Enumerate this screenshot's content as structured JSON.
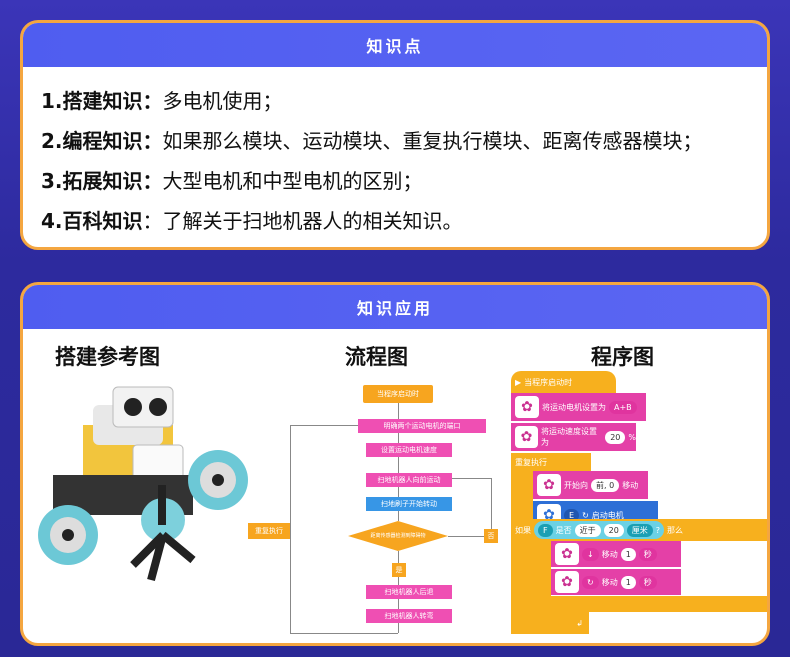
{
  "card1": {
    "title": "知识点",
    "items": [
      {
        "label": "1.搭建知识：",
        "text": "多电机使用；"
      },
      {
        "label": "2.编程知识：",
        "text": "如果那么模块、运动模块、重复执行模块、距离传感器模块；"
      },
      {
        "label": "3.拓展知识：",
        "text": "大型电机和中型电机的区别；"
      },
      {
        "label": "4.百科知识",
        "text": "：了解关于扫地机器人的相关知识。"
      }
    ]
  },
  "card2": {
    "title": "知识应用",
    "col1_title": "搭建参考图",
    "col2_title": "流程图",
    "col3_title": "程序图"
  },
  "flow": {
    "start": "当程序启动时",
    "steps": [
      "明确两个运动电机的端口",
      "设置运动电机速度",
      "扫地机器人向前运动",
      "扫地刷子开始转动"
    ],
    "decision": "距离传感器检测到障碍物",
    "yes": "是",
    "no": "否",
    "after": [
      "扫地机器人后退",
      "扫地机器人转弯"
    ],
    "loop": "重复执行"
  },
  "blocks": {
    "hat": "当程序启动时",
    "set_motor": "将运动电机设置为",
    "motor_ports": "A+B",
    "set_speed": "将运动速度设置为",
    "speed": "20",
    "speed_unit": "%",
    "forever": "重复执行",
    "start_move": "开始向",
    "dir": "前, 0",
    "move": "移动",
    "port_e": "E",
    "start_motor": "启动电机",
    "if": "如果",
    "port_f": "F",
    "is": "是否",
    "near": "近于",
    "dist": "20",
    "unit": "厘米",
    "q": "?",
    "then": "那么",
    "move1_val": "1",
    "move2_val": "1",
    "sec": "秒"
  }
}
